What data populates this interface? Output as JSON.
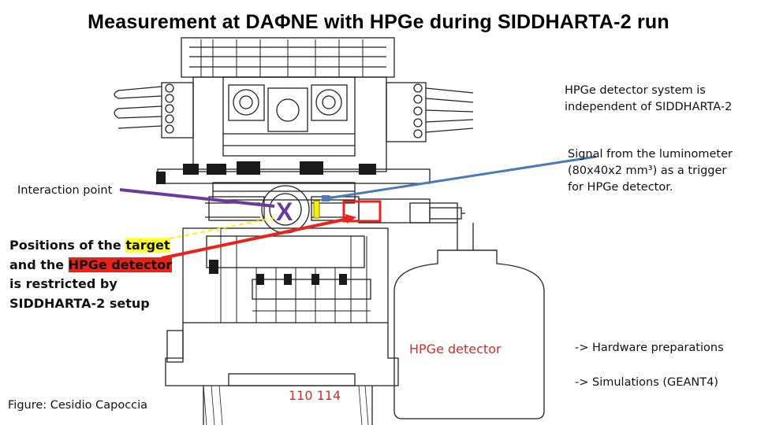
{
  "title": "Measurement at DAΦNE with HPGe during SIDDHARTA-2 run",
  "labels": {
    "interaction_point": "Interaction point",
    "hpge_caption": "HPGe detector",
    "dimension": "110 114",
    "interaction_marker": "X"
  },
  "positions_note": {
    "line1_prefix": "Positions of the ",
    "line1_highlight": "target",
    "line2_prefix": "and the ",
    "line2_highlight": "HPGe detector",
    "line3": "is restricted by",
    "line4": "SIDDHARTA-2 setup"
  },
  "detector_note": {
    "line1": "HPGe detector system is",
    "line2": "independent of SIDDHARTA-2"
  },
  "trigger_note": {
    "line1": "Signal from the luminometer",
    "line2": "(80x40x2 mm³) as a trigger",
    "line3": "for HPGe detector."
  },
  "bullets": {
    "hardware": "-> Hardware preparations",
    "simulations": "-> Simulations (GEANT4)"
  },
  "credit": "Figure: Cesidio Capoccia",
  "colors": {
    "interaction_arrow": "#6a3a9c",
    "detector_arrow": "#e8231a",
    "trigger_arrow": "#4a7ab8",
    "target_line": "#ffee00",
    "highlight_target": "#ffff33",
    "caption_red": "#c9302c"
  }
}
